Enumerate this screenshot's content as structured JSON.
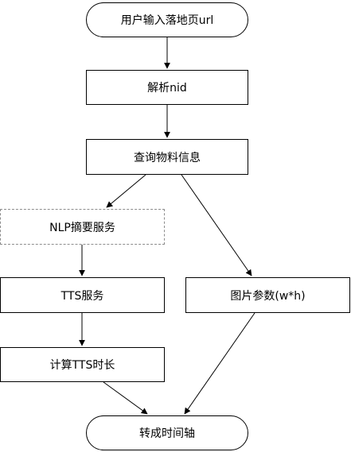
{
  "nodes": {
    "start": "用户输入落地页url",
    "parse": "解析nid",
    "query": "查询物料信息",
    "nlp": "NLP摘要服务",
    "tts": "TTS服务",
    "image_params": "图片参数(w*h)",
    "calc_duration": "计算TTS时长",
    "end": "转成时间轴"
  },
  "colors": {
    "line": "#000000",
    "dashed_border": "#8c8c8c",
    "background": "#ffffff"
  }
}
